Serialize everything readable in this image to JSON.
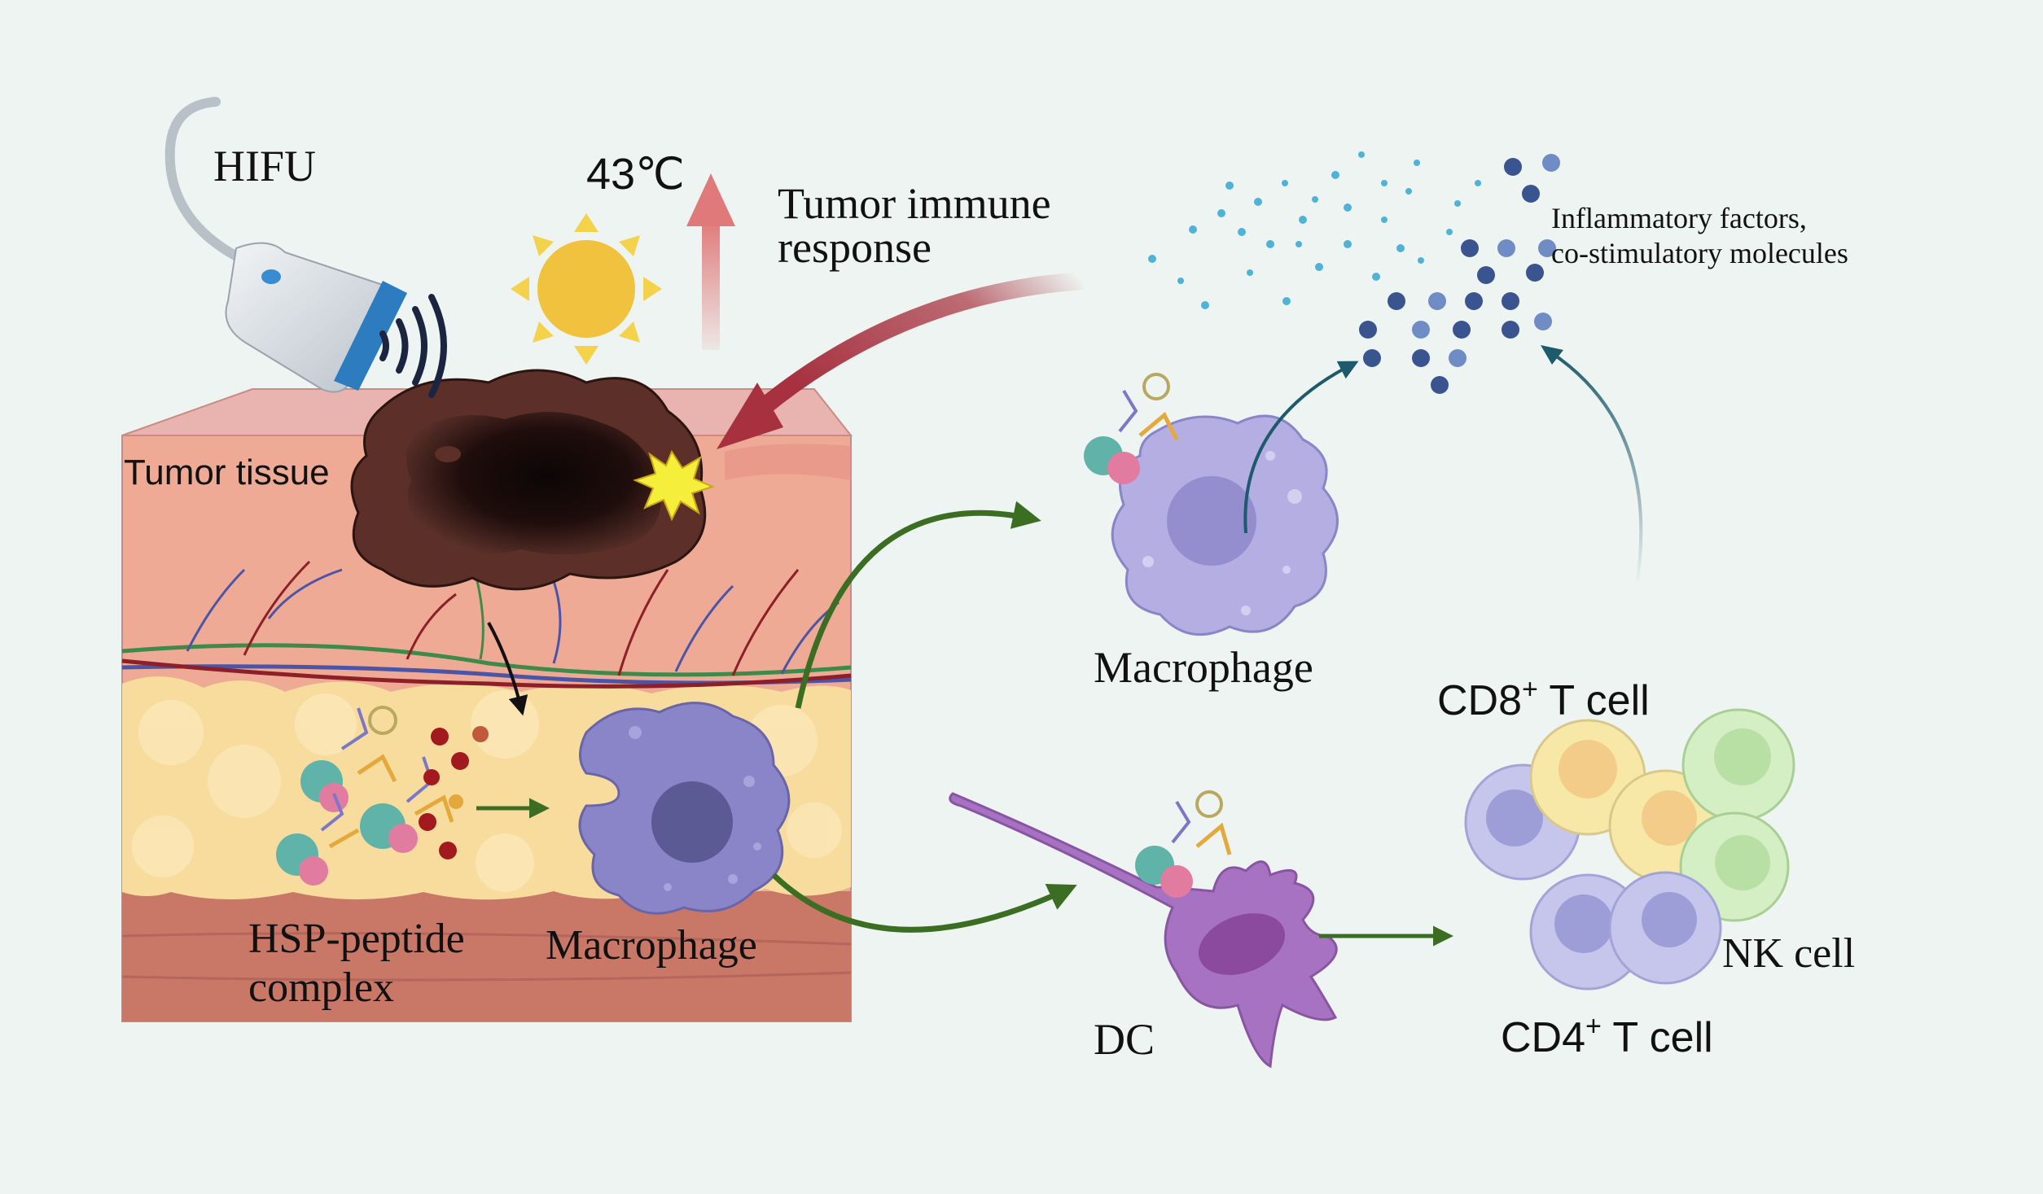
{
  "labels": {
    "hifu": "HIFU",
    "temperature": "43℃",
    "tumor_immune_response_line1": "Tumor immune",
    "tumor_immune_response_line2": "response",
    "inflammatory_line1": "Inflammatory factors,",
    "inflammatory_line2": "co-stimulatory molecules",
    "tumor_tissue": "Tumor tissue",
    "hsp_line1": "HSP-peptide",
    "hsp_line2": "complex",
    "macrophage_bottom": "Macrophage",
    "macrophage_top": "Macrophage",
    "dc": "DC",
    "cd8_prefix": "CD8",
    "cd8_sup": "+",
    "cd8_suffix": " T cell",
    "cd4_prefix": "CD4",
    "cd4_sup": "+",
    "cd4_suffix": " T cell",
    "nk": "NK cell"
  },
  "colors": {
    "background": "#eef4f1",
    "skin_top": "#e9b3b0",
    "skin_front": "#eeaa95",
    "fat_layer": "#f8dc9e",
    "muscle_layer": "#c97868",
    "tumor": "#4a241f",
    "sun": "#f0c23d",
    "heat_arrow": "#e07a7a",
    "response_arrow": "#a7313f",
    "green_arrow": "#3b6e22",
    "teal_arrow": "#1d5a6b",
    "macrophage": "#b5aee2",
    "macrophage_dark": "#8a85c8",
    "dc_cell": "#a872c2",
    "cd8_cell": "#f8e8a8",
    "cd4_cell": "#c6c6ec",
    "nk_cell": "#d5efc5",
    "dot_dark": "#3a5490",
    "dot_light": "#4fb3d6"
  },
  "icons": [
    "ultrasound-probe-icon",
    "sun-icon",
    "explosion-icon"
  ]
}
